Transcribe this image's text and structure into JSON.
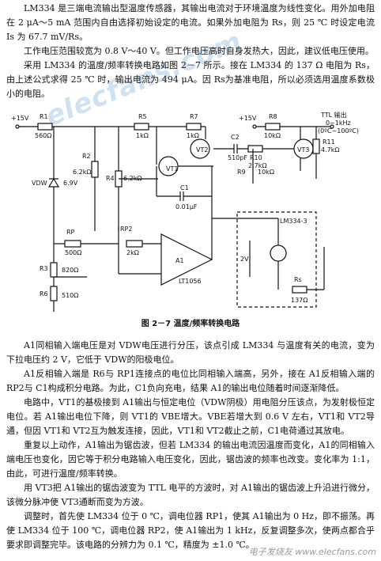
{
  "paragraphs": [
    "LM334 是三端电流输出型温度传感器，其输出电流对于环境温度为线性变化。用外加电阻在 2 μA～5 mA 范围内自由选择初始设定的电流。如果外加电阻为 Rs，则 25 ℃ 时设定电流 Is 为 67.7 mV/Rs。",
    "工作电压范围较宽为 0.8 V～40 V。但工作电压高时自身发热大，因此，建议低电压使用。",
    "采用 LM334 的温度/频率转换电路如图 2－7 所示。接在 LM334 的 137 Ω 电阻为 Rs，由上述公式求得 25 ℃ 时，输出电流为 494 μA。因 Rs为基准电阻，所以必须选用温度系数极小的电阻。",
    "A1同相输入端电压是对 VDW电压进行分压，该点引成 LM334 与温度有关的电流，变为下拉电压约 2 V，它低于 VDW的阳极电位。",
    "A1反相输入端是 R6与 RP1连接点的电位比同相输入端高，另外，接在 A1反相输入端的 RP2与 C1构成积分电路。为此，C1负向充电，结果 A1的输出电位随着时间逐渐降低。",
    "电路中，VT1的基极接到 A1输出与恒定电位（VDW阴极）用电阻分压该点，为发射极恒定电位。若 A1输出电位下降，则 VT1的 VBE增大。VBE若增大到 0.6 V 左右，VT1和 VT2导通，但因 VT1和 VT2互为触发连接，因此，VT1和 VT2截止之前，C1电荷通过其放电。",
    "重复以上动作，A1输出为锯齿波，但若 LM334 的输出电流因温度而变化，A1的同相输入端电压也变化，因它等于积分电路输入电压变化，因此，锯齿波的频率也改变。变化率为 1:1，由此，可进行温度/频率转换。",
    "用 VT3把 A1输出的锯齿波变为 TTL 电平的方波时，对 A1输出的锯齿波上升沿进行微分，该微分脉冲使 VT3通断而变为方波。",
    "调整时，首先使 LM334 位于 0 ℃，调电位器 RP1，使其 A1输出为 0 Hz，即不振荡。再使 LM334 位于 100 ℃，调电位器 RP2，使 A1输出为 1 kHz，反复调整多次，使两点都合乎要求即调整完毕。该电路的分辨力为 0.1 ℃，精度为 ±1.0 ℃。"
  ],
  "figure": {
    "caption": "图 2－7  温度/频率转换电路",
    "labels": {
      "v15_left": "+15V",
      "v15_right": "+15V",
      "r1": "R1",
      "r1v": "560Ω",
      "r2": "R2",
      "r2v": "6.2kΩ",
      "r4": "R4",
      "r4v": "6.2kΩ",
      "r5": "R5",
      "r5v": "1kΩ",
      "r7": "R7",
      "r7v": "1kΩ",
      "c2": "C2",
      "c2v": "510pF",
      "r8": "R8",
      "r8v": "10kΩ",
      "r9": "R9",
      "r9v": "10kΩ",
      "r10": "R10",
      "r10v": "2.7kΩ",
      "r11": "R11",
      "r11v": "4.7kΩ",
      "ttl1": "TTL 输出",
      "ttl2": "0~1kHz",
      "ttl3": "(0ºC~100ºC)",
      "vt1": "VT1",
      "vt2": "VT2",
      "vt3": "VT3",
      "vdw": "VDW",
      "vdwv": "6.9V",
      "c1": "C1",
      "c1v": "0.01μF",
      "rp": "RP",
      "rpv": "500Ω",
      "rp2": "RP2",
      "rp2v": "2kΩ",
      "a1": "A1",
      "chip": "LT1056",
      "r3": "R3",
      "r3v": "820Ω",
      "r6": "R6",
      "r6v": "510Ω",
      "lm": "LM334-3",
      "v2": "2V",
      "rs": "Rs",
      "rsv": "137Ω"
    }
  },
  "watermark": "elecfans.com",
  "logo": "电子发烧友 www.elecfans.com"
}
